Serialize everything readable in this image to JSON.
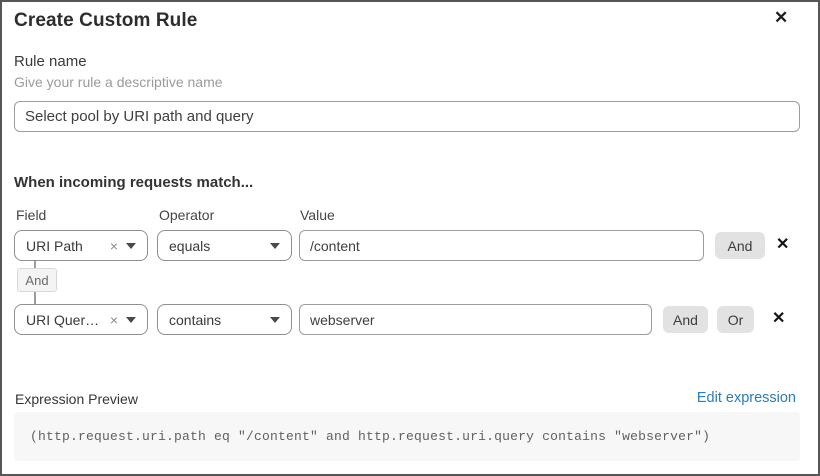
{
  "dialog": {
    "title": "Create Custom Rule"
  },
  "icons": {
    "close": "✕",
    "remove_tag": "×",
    "delete_row": "✕"
  },
  "rule_name": {
    "label": "Rule name",
    "helper": "Give your rule a descriptive name",
    "value": "Select pool by URI path and query"
  },
  "match_builder": {
    "heading": "When incoming requests match...",
    "columns": {
      "field": "Field",
      "operator": "Operator",
      "value": "Value"
    },
    "rows": [
      {
        "field": "URI Path",
        "operator": "equals",
        "value": "/content",
        "buttons": [
          "And"
        ]
      },
      {
        "field": "URI Query St...",
        "operator": "contains",
        "value": "webserver",
        "buttons": [
          "And",
          "Or"
        ]
      }
    ],
    "connector_label": "And"
  },
  "expression_preview": {
    "label": "Expression Preview",
    "edit_link": "Edit expression",
    "expression": "(http.request.uri.path eq \"/content\" and http.request.uri.query contains \"webserver\")"
  },
  "colors": {
    "link_blue": "#2b7cb9",
    "button_gray": "#e2e2e2",
    "code_bg": "#f7f7f7",
    "border_gray": "#8f8f8f"
  }
}
